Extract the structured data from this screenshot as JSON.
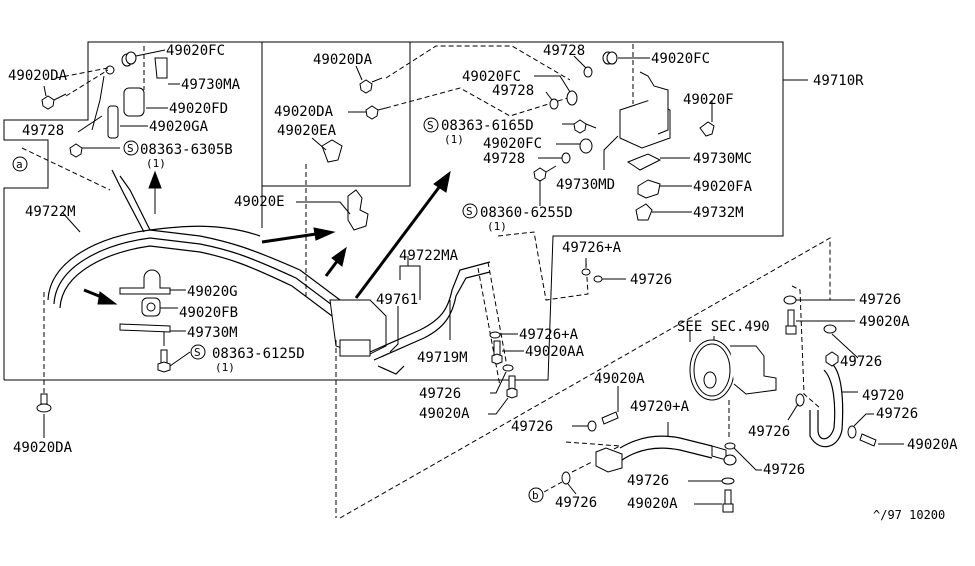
{
  "diagram": {
    "title": "Power Steering Piping Parts Diagram",
    "reference_code": "^/97 10200",
    "see_section": "SEE SEC.490",
    "circle_markers": {
      "a": "a",
      "b": "b"
    },
    "labels": {
      "top_left": {
        "l_49020DA_1": "49020DA",
        "l_49020FC_1": "49020FC",
        "l_49730MA": "49730MA",
        "l_49020FD": "49020FD",
        "l_49728_1": "49728",
        "l_49020GA": "49020GA",
        "l_08363_6305B": "08363-6305B",
        "l_08363_6305B_qty": "(1)"
      },
      "top_middle": {
        "l_49020DA_2": "49020DA",
        "l_49020DA_3": "49020DA",
        "l_49020EA": "49020EA",
        "l_49020E": "49020E"
      },
      "top_right": {
        "l_49728_2": "49728",
        "l_49020FC_2": "49020FC",
        "l_49020FC_3": "49020FC",
        "l_49728_3": "49728",
        "l_49710R": "49710R",
        "l_08363_6165D": "08363-6165D",
        "l_08363_6165D_qty": "(1)",
        "l_49020F": "49020F",
        "l_49020FC_4": "49020FC",
        "l_49728_4": "49728",
        "l_49730MC": "49730MC",
        "l_49730MD": "49730MD",
        "l_49020FA": "49020FA",
        "l_08360_6255D": "08360-6255D",
        "l_08360_6255D_qty": "(1)",
        "l_49732M": "49732M"
      },
      "main_assembly": {
        "l_49722M": "49722M",
        "l_49020G": "49020G",
        "l_49020FB": "49020FB",
        "l_49730M": "49730M",
        "l_08363_6125D": "08363-6125D",
        "l_08363_6125D_qty": "(1)",
        "l_49722MA": "49722MA",
        "l_49761": "49761",
        "l_49719M": "49719M",
        "l_49726A_1": "49726+A",
        "l_49726_1": "49726",
        "l_49726A_2": "49726+A",
        "l_49020AA": "49020AA",
        "l_49726_2": "49726",
        "l_49020A_1": "49020A",
        "l_49020DA_4": "49020DA"
      },
      "pump_assembly": {
        "l_49726_3": "49726",
        "l_49020A_2": "49020A",
        "l_49726_4": "49726",
        "l_49720": "49720",
        "l_49726_5": "49726",
        "l_49726_6": "49726",
        "l_49020A_3": "49020A",
        "l_49020A_4": "49020A",
        "l_49720A": "49720+A",
        "l_49726_7": "49726",
        "l_49726_8": "49726",
        "l_49726_9": "49726",
        "l_49726_10": "49726",
        "l_49020A_5": "49020A"
      }
    }
  }
}
